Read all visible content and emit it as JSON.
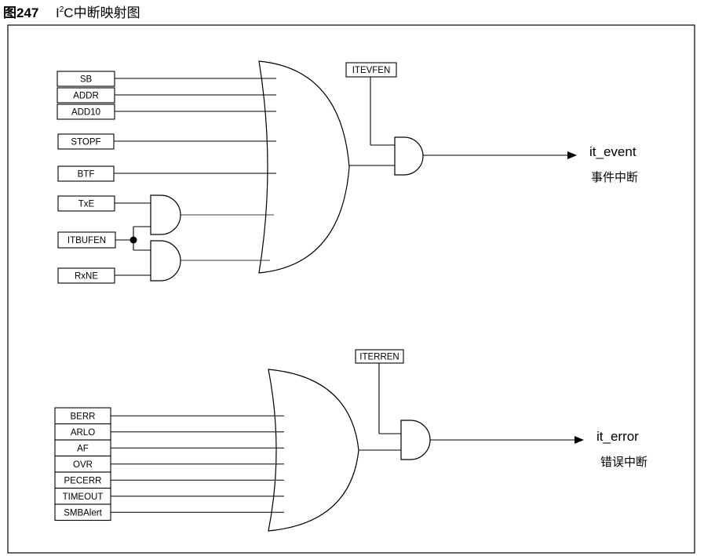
{
  "caption": {
    "figure_label": "图247",
    "title_prefix": "I",
    "title_superscript": "2",
    "title_c": "C",
    "title_suffix": "中断映射图"
  },
  "event_section": {
    "inputs": [
      "SB",
      "ADDR",
      "ADD10",
      "STOPF",
      "BTF"
    ],
    "buffer_inputs": [
      "TxE",
      "RxNE"
    ],
    "buffer_enable": "ITBUFEN",
    "enable": "ITEVFEN",
    "output_label": "it_event",
    "output_description": "事件中断"
  },
  "error_section": {
    "inputs": [
      "BERR",
      "ARLO",
      "AF",
      "OVR",
      "PECERR",
      "TIMEOUT",
      "SMBAlert"
    ],
    "enable": "ITERREN",
    "output_label": "it_error",
    "output_description": "错误中断"
  }
}
